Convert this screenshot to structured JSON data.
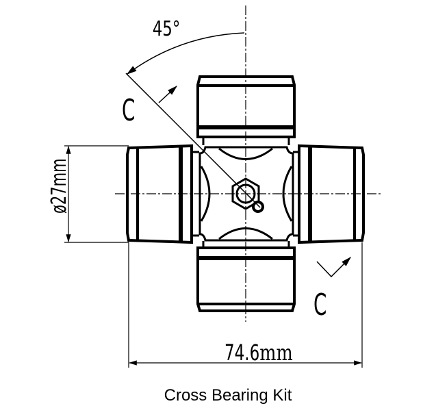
{
  "angle_label": "45°",
  "section_label_top": "C",
  "section_label_bottom": "C",
  "diameter_label": "ø27mm",
  "width_label_value": "74.6",
  "width_label_unit": "mm",
  "caption": "Cross Bearing Kit",
  "colors": {
    "line": "#000000",
    "background": "#ffffff"
  }
}
